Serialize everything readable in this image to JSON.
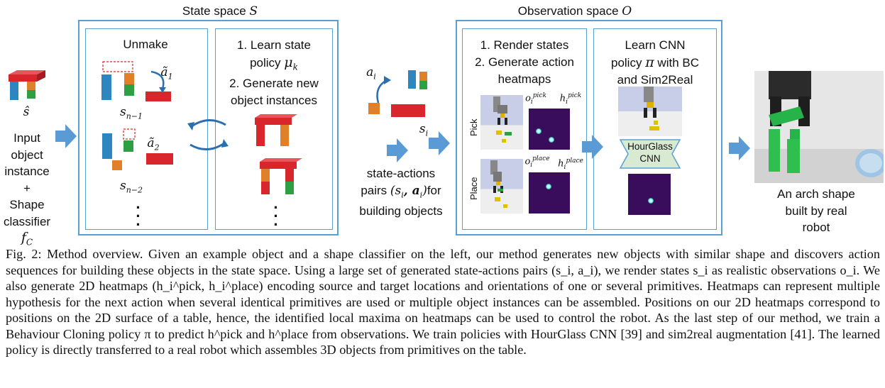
{
  "state_space": {
    "title": "State space",
    "symbol": "S"
  },
  "observation_space": {
    "title": "Observation space",
    "symbol": "O"
  },
  "input": {
    "s_hat": "ŝ",
    "text_lines": [
      "Input",
      "object",
      "instance",
      "+",
      "Shape",
      "classifier"
    ],
    "classifier_symbol": "f",
    "classifier_sub": "C"
  },
  "unmake": {
    "title": "Unmake",
    "a1": "ã",
    "a1_sub": "1",
    "s1": "s",
    "s1_sub": "n−1",
    "a2": "ã",
    "a2_sub": "2",
    "s2": "s",
    "s2_sub": "n−2"
  },
  "learn_state": {
    "line1": "1.   Learn state",
    "line2_pre": "policy ",
    "mu": "μ",
    "mu_sub": "k",
    "line3": "2. Generate new",
    "line4": "object instances"
  },
  "middle": {
    "a_i": "a",
    "a_i_sub": "i",
    "s_i": "s",
    "s_i_sub": "i",
    "line1": "state-actions",
    "line2_pre": "pairs ",
    "pair": "(s",
    "pair_rest": "i",
    "pair_a": ", a",
    "pair_a_sub": "i",
    "pair_close": ")",
    "line2_post": "for",
    "line3": "building objects"
  },
  "render": {
    "line1": "1. Render states",
    "line2": "2. Generate action",
    "line3": "heatmaps",
    "pick_label": "Pick",
    "place_label": "Place",
    "o_pick": "o",
    "o_pick_sub": "i",
    "o_pick_sup": "pick",
    "h_pick": "h",
    "h_pick_sub": "i",
    "h_pick_sup": "pick",
    "o_place": "o",
    "o_place_sub": "i",
    "o_place_sup": "place",
    "h_place": "h",
    "h_place_sub": "i",
    "h_place_sup": "place"
  },
  "learn_cnn": {
    "line1": "Learn CNN",
    "line2_pre": "policy ",
    "pi": "π",
    "line2_post": " with BC",
    "line3": "and Sim2Real",
    "hourglass_line1": "HourGlass",
    "hourglass_line2": "CNN"
  },
  "robot": {
    "line1": "An arch shape",
    "line2": "built by real",
    "line3": "robot"
  },
  "caption": "Fig. 2: Method overview. Given an example object and a shape classifier on the left, our method generates new objects with similar shape and discovers action sequences for building these objects in the state space. Using a large set of generated state-actions pairs (s_i, a_i), we render states s_i as realistic observations o_i. We also generate 2D heatmaps (h_i^pick, h_i^place) encoding source and target locations and orientations of one or several primitives. Heatmaps can represent multiple hypothesis for the next action when several identical primitives are used or multiple object instances can be assembled. Positions on our 2D heatmaps correspond to positions on the 2D surface of a table, hence, the identified local maxima on heatmaps can be used to control the robot. As the last step of our method, we train a Behaviour Cloning policy π to predict h^pick and h^place from observations. We train policies with HourGlass CNN [39] and sim2real augmentation [41]. The learned policy is directly transferred to a real robot which assembles 3D objects from primitives on the table.",
  "colors": {
    "frame": "#5a9fd4",
    "arrow": "#5b9bd5",
    "red": "#d9262c",
    "blue": "#2e86c1",
    "orange": "#e0812a",
    "green": "#2ea043",
    "heatmap": "#3a0d5c",
    "hourglass_fill": "#d9ead3"
  }
}
